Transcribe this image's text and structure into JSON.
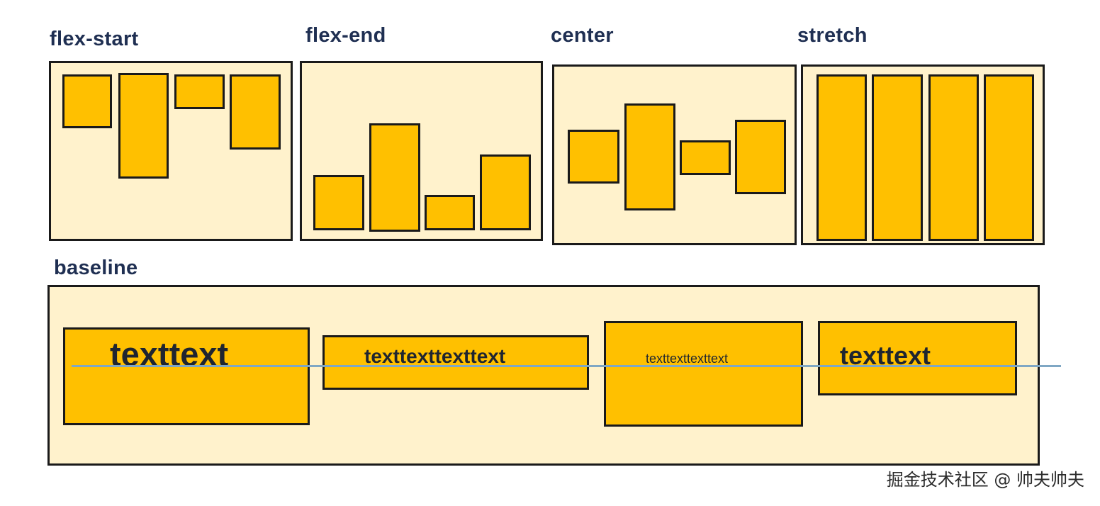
{
  "panels": {
    "flex_start": {
      "label": "flex-start"
    },
    "flex_end": {
      "label": "flex-end"
    },
    "center": {
      "label": "center"
    },
    "stretch": {
      "label": "stretch"
    },
    "baseline": {
      "label": "baseline",
      "items": [
        {
          "text": "texttext"
        },
        {
          "text": "texttexttexttext"
        },
        {
          "text": "texttexttexttext"
        },
        {
          "text": "texttext"
        }
      ]
    }
  },
  "watermark": "掘金技术社区 @ 帅夫帅夫",
  "colors": {
    "panel_fill": "#fff2cc",
    "box_fill": "#ffc000",
    "border": "#1a1a1a",
    "label_text": "#1f2f52",
    "baseline_line": "#7fa7c4"
  }
}
